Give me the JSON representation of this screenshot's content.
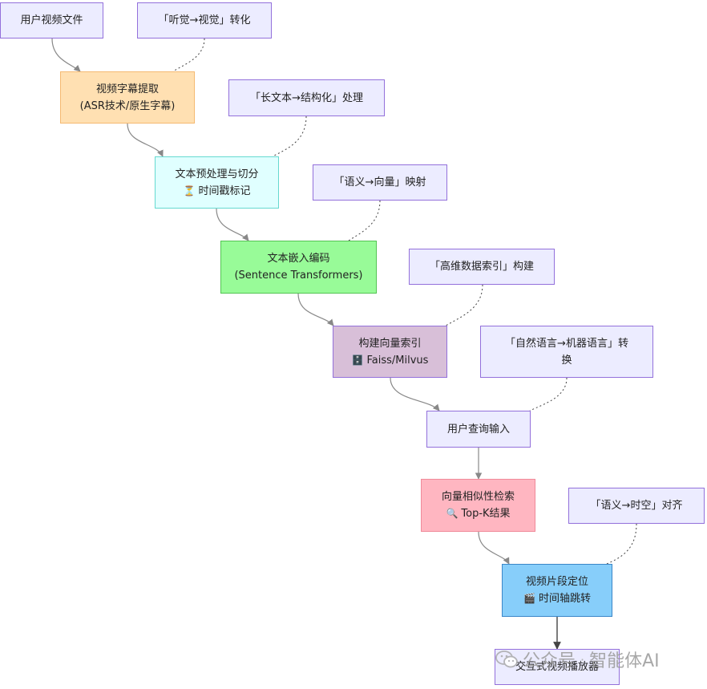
{
  "nodes": {
    "user_video": {
      "line1": "用户视频文件"
    },
    "asr": {
      "line1": "视频字幕提取",
      "line2": "(ASR技术/原生字幕)"
    },
    "preprocess": {
      "icon": "⏳",
      "line1": "文本预处理与切分",
      "line2": "时间戳标记"
    },
    "embed": {
      "line1": "文本嵌入编码",
      "line2": "(Sentence Transformers)"
    },
    "index": {
      "icon": "🗄️",
      "line1": "构建向量索引",
      "line2": "Faiss/Milvus"
    },
    "query": {
      "line1": "用户查询输入"
    },
    "search": {
      "icon": "🔍",
      "line1": "向量相似性检索",
      "line2": "Top-K结果"
    },
    "locate": {
      "icon": "🎬",
      "line1": "视频片段定位",
      "line2": "时间轴跳转"
    },
    "player": {
      "line1": "交互式视频播放器"
    }
  },
  "notes": {
    "n1": "「听觉→视觉」转化",
    "n2": "「长文本→结构化」处理",
    "n3": "「语义→向量」映射",
    "n4": "「高维数据索引」构建",
    "n5_line1": "「自然语言→机器语言」转",
    "n5_line2": "换",
    "n6": "「语义→时空」对齐"
  },
  "watermark": {
    "icon": "wechat-icon",
    "text1": "公众号",
    "separator": "·",
    "text2": "智能体AI"
  },
  "colors": {
    "note_fill": "#ECECFF",
    "note_border": "#9370DB",
    "asr_fill": "#FFE0B2",
    "preprocess_fill": "#E0FFFF",
    "embed_fill": "#98FB98",
    "index_fill": "#D8BFD8",
    "search_fill": "#FFB6C1",
    "locate_fill": "#87CEFA",
    "edge": "#888888"
  }
}
